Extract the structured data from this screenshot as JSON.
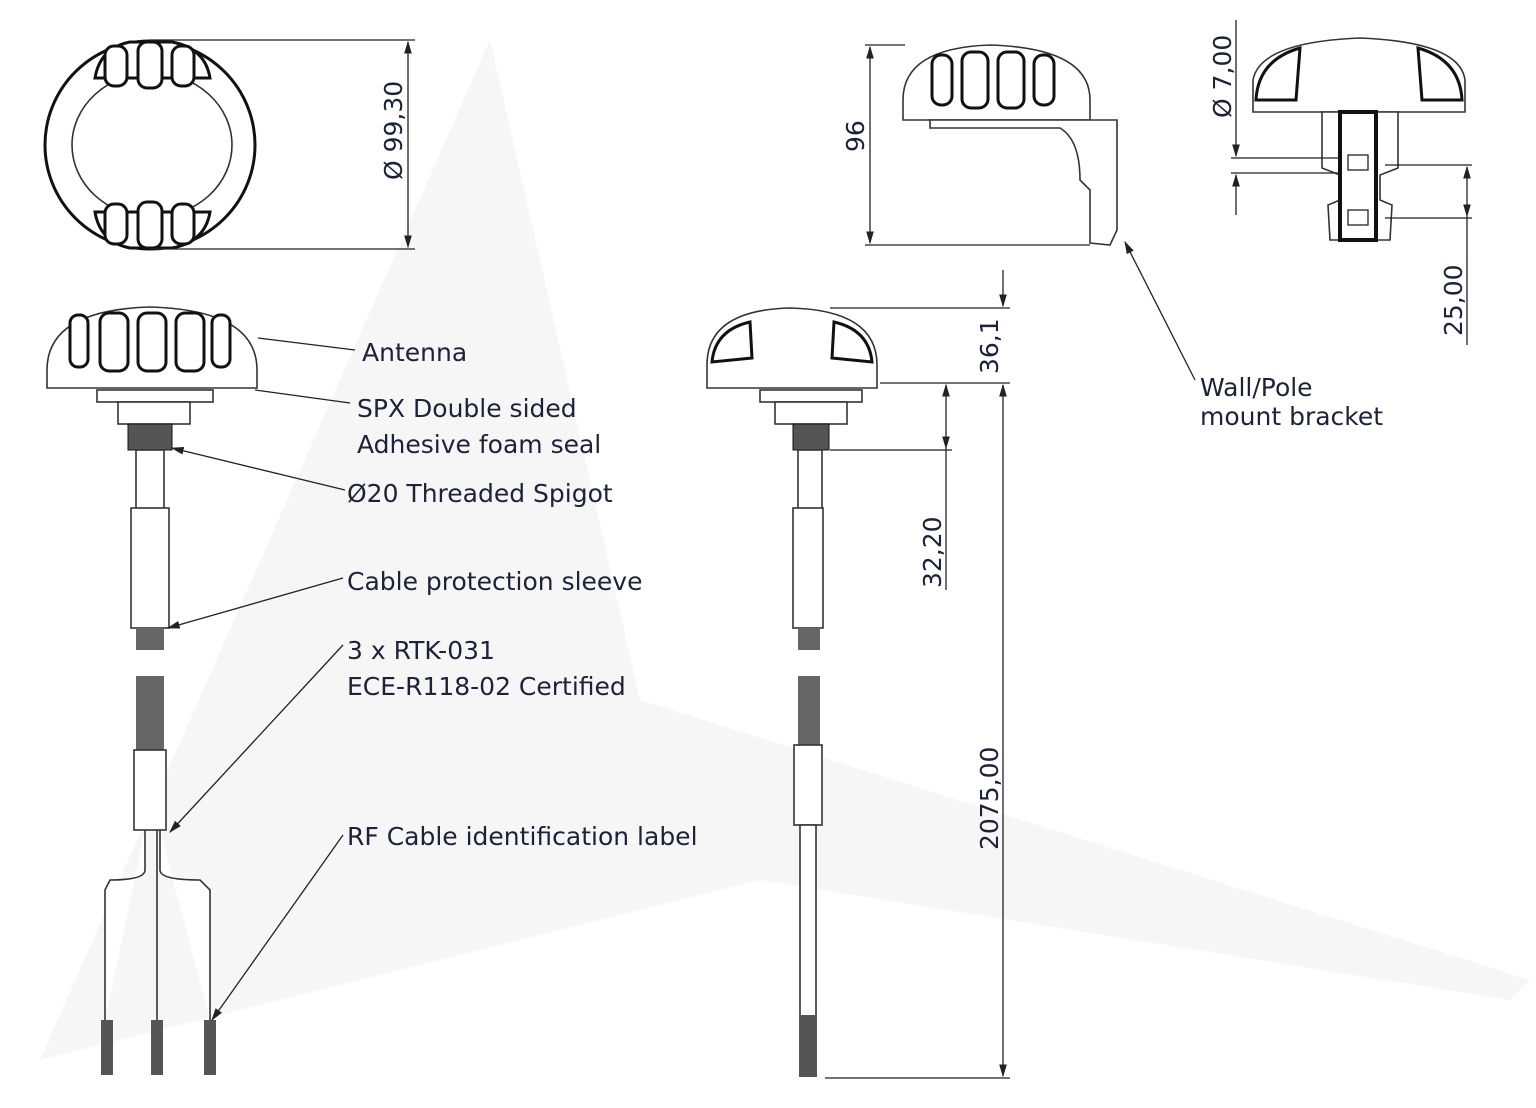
{
  "labels": {
    "antenna": "Antenna",
    "seal_1": "SPX Double sided",
    "seal_2": "Adhesive foam seal",
    "spigot": "Ø20 Threaded Spigot",
    "sleeve": "Cable protection sleeve",
    "cable_1": "3 x RTK-031",
    "cable_2": "ECE-R118-02 Certified",
    "rf_label": "RF Cable identification label",
    "bracket_1": "Wall/Pole",
    "bracket_2": "mount bracket"
  },
  "dimensions": {
    "diameter": "Ø 99,30",
    "height_bracket": "96",
    "hole": "Ø 7,00",
    "hole_spacing": "25,00",
    "dome_height": "36,1",
    "spigot_length": "32,20",
    "cable_length": "2075,00"
  }
}
